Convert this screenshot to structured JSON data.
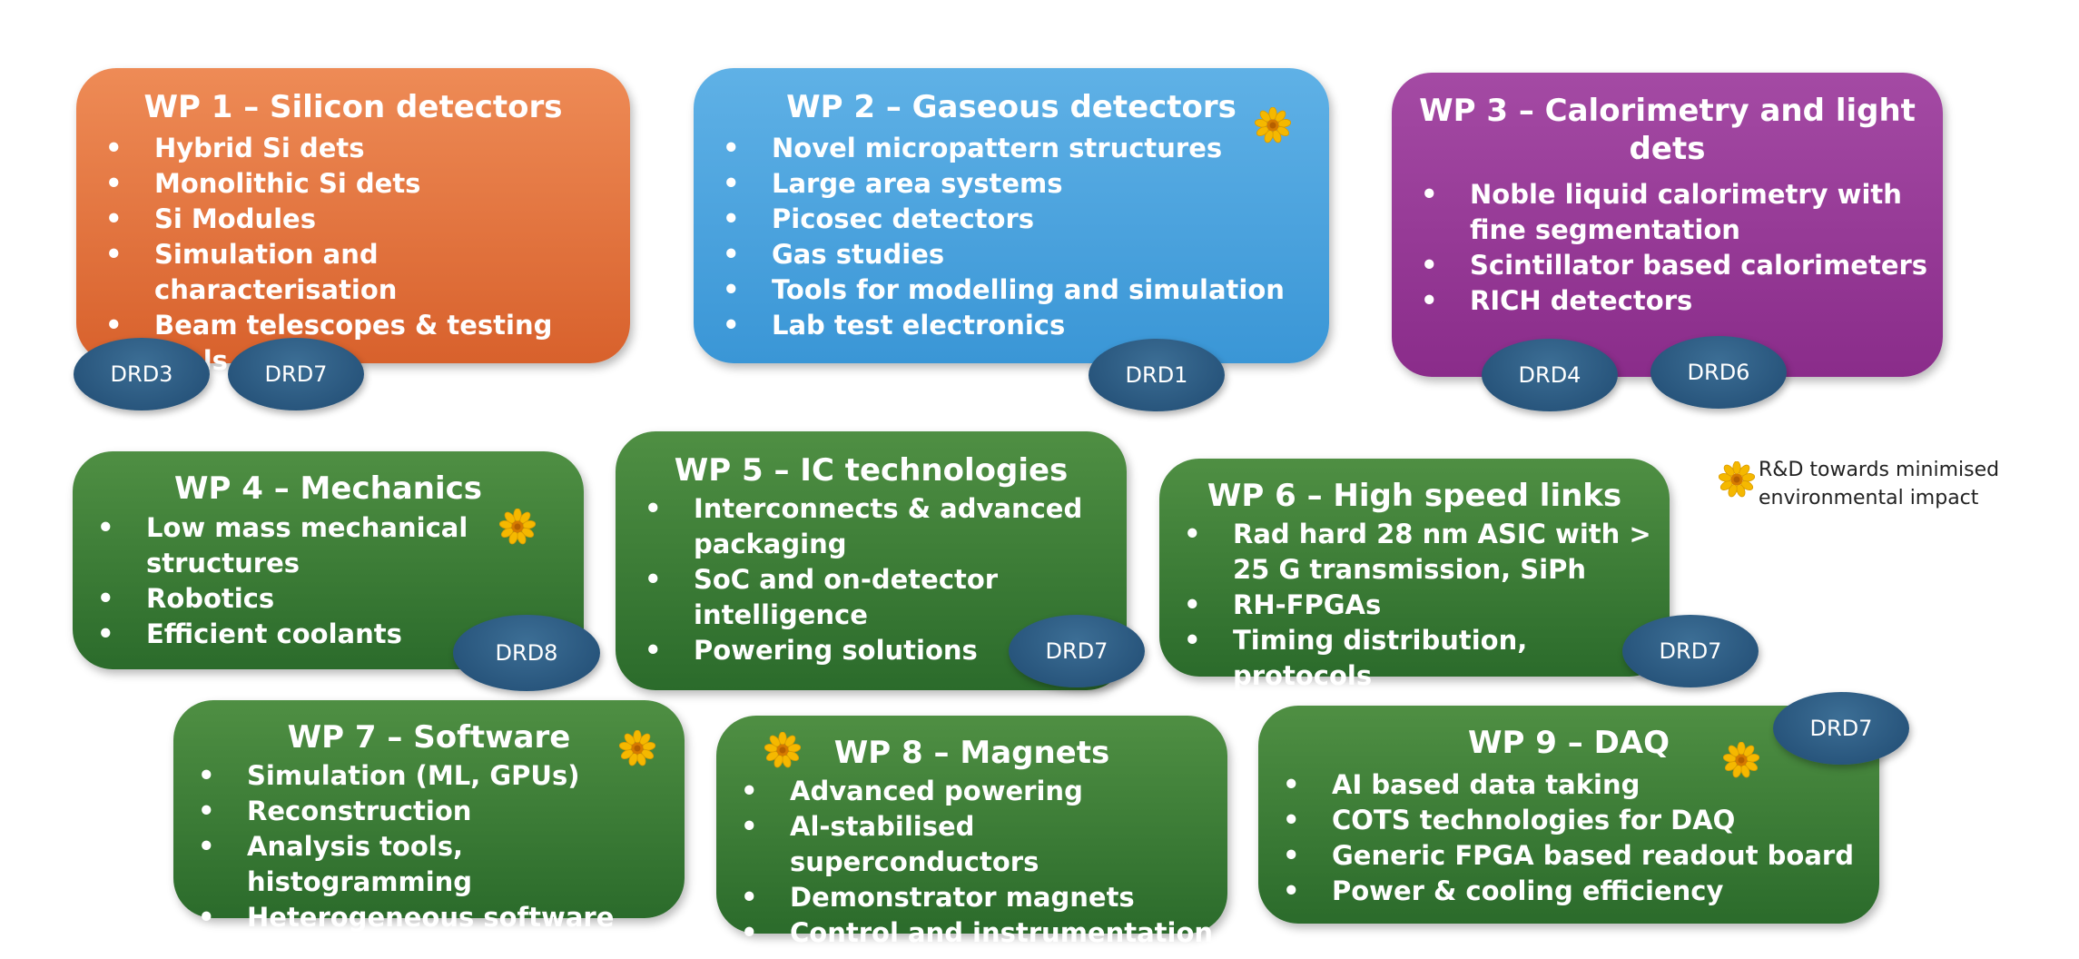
{
  "wp1": {
    "title": "WP 1 – Silicon detectors",
    "items": [
      "Hybrid Si dets",
      "Monolithic Si dets",
      "Si Modules",
      "Simulation and characterisation",
      "Beam telescopes & testing tools"
    ],
    "drds": [
      "DRD3",
      "DRD7"
    ],
    "color": "#e07a45"
  },
  "wp2": {
    "title": "WP 2 – Gaseous detectors",
    "items": [
      "Novel micropattern structures",
      "Large area systems",
      "Picosec detectors",
      "Gas studies",
      "Tools for modelling and simulation",
      "Lab test electronics"
    ],
    "drds": [
      "DRD1"
    ],
    "color": "#4aa3dd",
    "eco": true
  },
  "wp3": {
    "title": "WP 3 – Calorimetry and light dets",
    "items": [
      "Noble liquid calorimetry with fine segmentation",
      "Scintillator based calorimeters",
      "RICH detectors"
    ],
    "drds": [
      "DRD4",
      "DRD6"
    ],
    "color": "#953a95"
  },
  "wp4": {
    "title": "WP 4 – Mechanics",
    "items": [
      "Low mass mechanical structures",
      "Robotics",
      "Efficient coolants"
    ],
    "drds": [
      "DRD8"
    ],
    "color": "#3a7a35",
    "eco": true
  },
  "wp5": {
    "title": "WP 5 – IC technologies",
    "items": [
      "Interconnects & advanced packaging",
      "SoC and on-detector intelligence",
      "Powering solutions"
    ],
    "drds": [
      "DRD7"
    ],
    "color": "#3a7a35"
  },
  "wp6": {
    "title": "WP 6 – High speed links",
    "items": [
      "Rad hard 28 nm ASIC with > 25 G transmission, SiPh",
      "RH-FPGAs",
      "Timing distribution, protocols"
    ],
    "drds": [
      "DRD7"
    ],
    "color": "#3a7a35"
  },
  "wp7": {
    "title": "WP 7 – Software",
    "items": [
      "Simulation (ML, GPUs)",
      "Reconstruction",
      "Analysis tools, histogramming",
      "Heterogeneous software"
    ],
    "color": "#3a7a35",
    "eco": true
  },
  "wp8": {
    "title": "WP 8 – Magnets",
    "items": [
      "Advanced powering",
      "Al-stabilised superconductors",
      "Demonstrator magnets",
      "Control and instrumentation"
    ],
    "color": "#3a7a35",
    "eco": true
  },
  "wp9": {
    "title": "WP 9 – DAQ",
    "items": [
      "AI based data taking",
      "COTS technologies for DAQ",
      "Generic FPGA based readout board",
      "Power & cooling efficiency"
    ],
    "drds": [
      "DRD7"
    ],
    "color": "#3a7a35",
    "eco": true
  },
  "legend": {
    "text": "R&D towards minimised environmental impact",
    "icon": "flower-icon"
  },
  "colors": {
    "drd_badge": "#2a5a82",
    "flower_petal": "#f5b800",
    "flower_center": "#d67a00"
  }
}
